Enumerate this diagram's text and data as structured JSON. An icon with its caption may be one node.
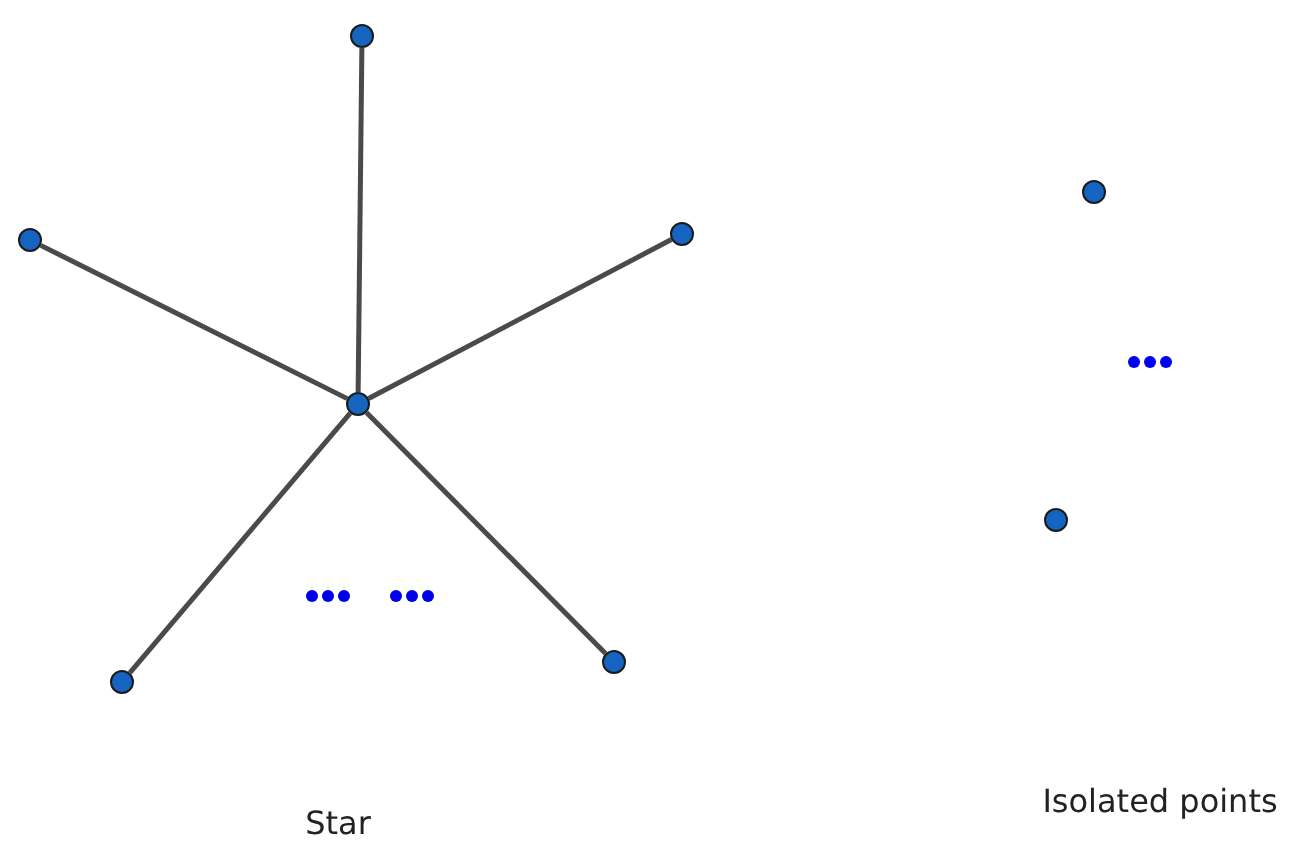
{
  "diagram": {
    "nodes": [
      {
        "text": [],
        "shape": "circle"
      },
      {
        "text": [],
        "shape": "circle"
      },
      {
        "text": [],
        "shape": "circle"
      },
      {
        "text": [],
        "shape": "circle"
      },
      {
        "text": [],
        "shape": "circle"
      },
      {
        "text": [],
        "shape": "circle"
      },
      {
        "text": [],
        "shape": "circle"
      },
      {
        "text": [],
        "shape": "circle"
      }
    ],
    "edges": [
      {
        "from": 4,
        "to": 0,
        "arrow": "none"
      },
      {
        "from": 4,
        "to": 2,
        "arrow": "none"
      },
      {
        "from": 4,
        "to": 3,
        "arrow": "none"
      },
      {
        "from": 4,
        "to": 6,
        "arrow": "none"
      },
      {
        "from": 4,
        "to": 7,
        "arrow": "none"
      }
    ],
    "labels": [
      "Star",
      "Isolated points"
    ]
  }
}
